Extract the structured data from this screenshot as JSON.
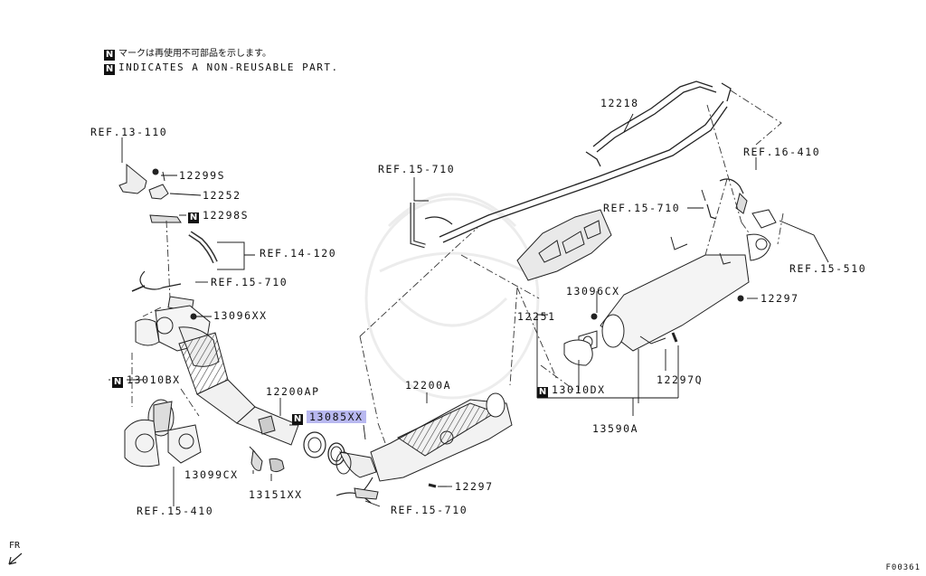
{
  "legend": {
    "mark": "N",
    "jp_text": "マークは再使用不可部品を示します。",
    "en_text": "INDICATES A NON-REUSABLE PART."
  },
  "labels": {
    "ref_13_110": "REF.13-110",
    "p12299s": "12299S",
    "p12252": "12252",
    "p12298s": "12298S",
    "ref_14_120": "REF.14-120",
    "ref_15_710_a": "REF.15-710",
    "p13096xx": "13096XX",
    "p13010bx": "13010BX",
    "p12200ap": "12200AP",
    "p13085xx": "13085XX",
    "p13099cx": "13099CX",
    "p13151xx": "13151XX",
    "ref_15_410": "REF.15-410",
    "p12200a": "12200A",
    "p12297_a": "12297",
    "ref_15_710_b": "REF.15-710",
    "ref_15_710_c": "REF.15-710",
    "p12218": "12218",
    "ref_16_410": "REF.16-410",
    "ref_15_710_d": "REF.15-710",
    "p13096cx": "13096CX",
    "p12251": "12251",
    "p12297_b": "12297",
    "ref_15_510": "REF.15-510",
    "p13010dx": "13010DX",
    "p12297q": "12297Q",
    "p13590a": "13590A"
  },
  "footer": {
    "fr": "FR",
    "code": "F00361"
  }
}
